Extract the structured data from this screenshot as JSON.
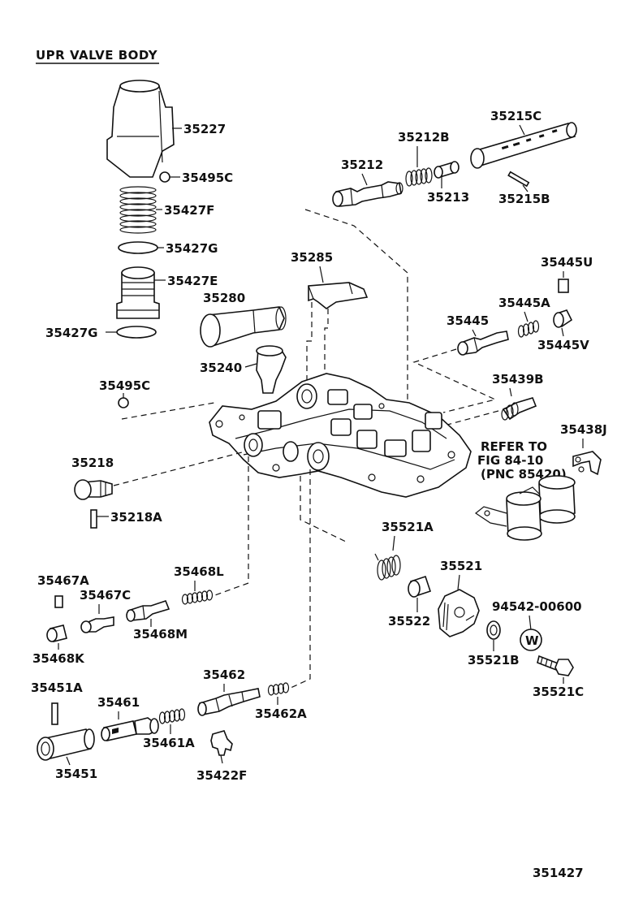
{
  "title": "UPR VALVE BODY",
  "figure_number": "351427",
  "refer_note": [
    "REFER TO",
    "FIG 84-10",
    "(PNC 85420)"
  ],
  "washer_symbol": "W",
  "labels": {
    "l35227": "35227",
    "l35495C_a": "35495C",
    "l35427F": "35427F",
    "l35427G_a": "35427G",
    "l35427E": "35427E",
    "l35427G_b": "35427G",
    "l35495C_b": "35495C",
    "l35218": "35218",
    "l35218A": "35218A",
    "l35280": "35280",
    "l35285": "35285",
    "l35240": "35240",
    "l35212": "35212",
    "l35212B": "35212B",
    "l35213": "35213",
    "l35215C": "35215C",
    "l35215B": "35215B",
    "l35445U": "35445U",
    "l35445A": "35445A",
    "l35445": "35445",
    "l35445V": "35445V",
    "l35439B": "35439B",
    "l35438J": "35438J",
    "l35521A": "35521A",
    "l35521": "35521",
    "l35522": "35522",
    "l94542": "94542-00600",
    "l35521B": "35521B",
    "l35521C": "35521C",
    "l35467A": "35467A",
    "l35467C": "35467C",
    "l35468L": "35468L",
    "l35468M": "35468M",
    "l35468K": "35468K",
    "l35451A": "35451A",
    "l35461": "35461",
    "l35462": "35462",
    "l35462A": "35462A",
    "l35461A": "35461A",
    "l35451": "35451",
    "l35422F": "35422F"
  }
}
